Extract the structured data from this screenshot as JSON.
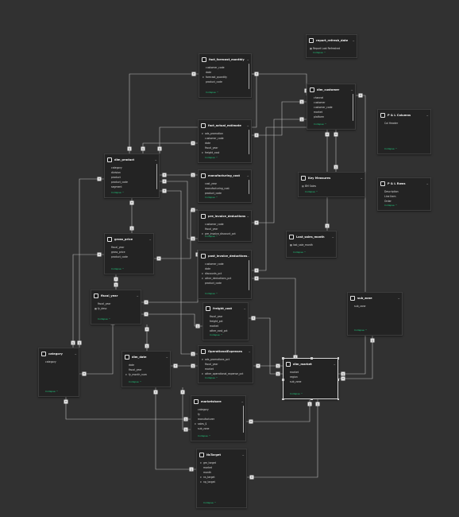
{
  "colors": {
    "canvas": "#313131",
    "card": "#232323",
    "line": "#bdbdbd",
    "marker": "#e8e8e8",
    "collapse": "#21c47a"
  },
  "collapse_label": "Collapse ^",
  "marker_one": "1",
  "marker_many": "*",
  "tables": [
    {
      "id": "report_refresh_date",
      "title": "report_refresh_date",
      "fields": [
        {
          "label": "Report Last Refreshed",
          "icon": "calendar-icon"
        }
      ]
    },
    {
      "id": "fact_forecast_monthly",
      "title": "fact_forecast_monthly",
      "fields": [
        {
          "label": "customer_code"
        },
        {
          "label": "date"
        },
        {
          "label": "forecast_quantity",
          "icon": "sigma-icon"
        },
        {
          "label": "product_code"
        }
      ]
    },
    {
      "id": "dim_customer",
      "title": "dim_customer",
      "fields": [
        {
          "label": "channel"
        },
        {
          "label": "customer"
        },
        {
          "label": "customer_code"
        },
        {
          "label": "market"
        },
        {
          "label": "platform"
        }
      ]
    },
    {
      "id": "pl_columns",
      "title": "P & L Columns",
      "fields": [
        {
          "label": "Col Header"
        }
      ]
    },
    {
      "id": "fact_actual_estimate",
      "title": "fact_actual_estimate",
      "fields": [
        {
          "label": "ads_promotion",
          "icon": "sigma-icon"
        },
        {
          "label": "customer_code"
        },
        {
          "label": "date"
        },
        {
          "label": "fiscal_year"
        },
        {
          "label": "freight_cost",
          "icon": "sigma-icon"
        }
      ]
    },
    {
      "id": "dim_product",
      "title": "dim_product",
      "fields": [
        {
          "label": "category"
        },
        {
          "label": "division"
        },
        {
          "label": "product"
        },
        {
          "label": "product_code"
        },
        {
          "label": "segment"
        }
      ]
    },
    {
      "id": "manufacturing_cost",
      "title": "manufacturing_cost",
      "fields": [
        {
          "label": "cost_year"
        },
        {
          "label": "manufacturing_cost"
        },
        {
          "label": "product_code"
        }
      ]
    },
    {
      "id": "key_measures",
      "title": "Key Measures",
      "fields": [
        {
          "label": "BM Sales",
          "icon": "calc-icon"
        }
      ]
    },
    {
      "id": "pl_rows",
      "title": "P & L Rows",
      "fields": [
        {
          "label": "Description"
        },
        {
          "label": "Line Item"
        },
        {
          "label": "Order"
        }
      ]
    },
    {
      "id": "pre_invoice_deductions",
      "title": "pre_invoice_deductions",
      "fields": [
        {
          "label": "customer_code"
        },
        {
          "label": "fiscal_year"
        },
        {
          "label": "pre_invoice_discount_pct",
          "icon": "sigma-icon"
        }
      ]
    },
    {
      "id": "last_sales_month",
      "title": "Last_sales_month",
      "fields": [
        {
          "label": "last_sale_month",
          "icon": "calendar-icon"
        }
      ]
    },
    {
      "id": "gross_price",
      "title": "gross_price",
      "fields": [
        {
          "label": "fiscal_year"
        },
        {
          "label": "gross_price"
        },
        {
          "label": "product_code"
        }
      ]
    },
    {
      "id": "post_invoice_deductions",
      "title": "post_invoice_deductions",
      "fields": [
        {
          "label": "customer_code"
        },
        {
          "label": "date"
        },
        {
          "label": "discounts_pct",
          "icon": "sigma-icon"
        },
        {
          "label": "other_deductions_pct",
          "icon": "sigma-icon"
        },
        {
          "label": "product_code"
        }
      ]
    },
    {
      "id": "fiscal_year",
      "title": "fiscal_year",
      "fields": [
        {
          "label": "fiscal_year"
        },
        {
          "label": "fy_desc",
          "icon": "calendar-icon"
        }
      ]
    },
    {
      "id": "freight_cost",
      "title": "freight_cost",
      "fields": [
        {
          "label": "fiscal_year"
        },
        {
          "label": "freight_pct"
        },
        {
          "label": "market"
        },
        {
          "label": "other_cost_pct"
        }
      ]
    },
    {
      "id": "sub_zone",
      "title": "sub_zone",
      "fields": [
        {
          "label": "sub_zone"
        }
      ]
    },
    {
      "id": "category",
      "title": "category",
      "fields": [
        {
          "label": "category"
        }
      ]
    },
    {
      "id": "dim_date",
      "title": "dim_date",
      "fields": [
        {
          "label": "date"
        },
        {
          "label": "fiscal_year"
        },
        {
          "label": "fy_month_num",
          "icon": "sigma-icon"
        }
      ]
    },
    {
      "id": "operational_expenses",
      "title": "OperationalExpenses",
      "fields": [
        {
          "label": "ads_promotions_pct",
          "icon": "sigma-icon"
        },
        {
          "label": "fiscal_year"
        },
        {
          "label": "market"
        },
        {
          "label": "other_operational_expense_pct",
          "icon": "sigma-icon"
        }
      ]
    },
    {
      "id": "dim_market",
      "title": "dim_market",
      "fields": [
        {
          "label": "market"
        },
        {
          "label": "region"
        },
        {
          "label": "sub_zone"
        }
      ]
    },
    {
      "id": "marketshare",
      "title": "marketshare",
      "fields": [
        {
          "label": "category"
        },
        {
          "label": "fy"
        },
        {
          "label": "manufacturer"
        },
        {
          "label": "sales_$",
          "icon": "sigma-icon"
        },
        {
          "label": "sub_zone"
        }
      ]
    },
    {
      "id": "ns_target",
      "title": "NsTarget",
      "fields": [
        {
          "label": "gm_target",
          "icon": "sigma-icon"
        },
        {
          "label": "market"
        },
        {
          "label": "month"
        },
        {
          "label": "ns_target",
          "icon": "sigma-icon"
        },
        {
          "label": "np_target",
          "icon": "sigma-icon"
        }
      ]
    }
  ]
}
